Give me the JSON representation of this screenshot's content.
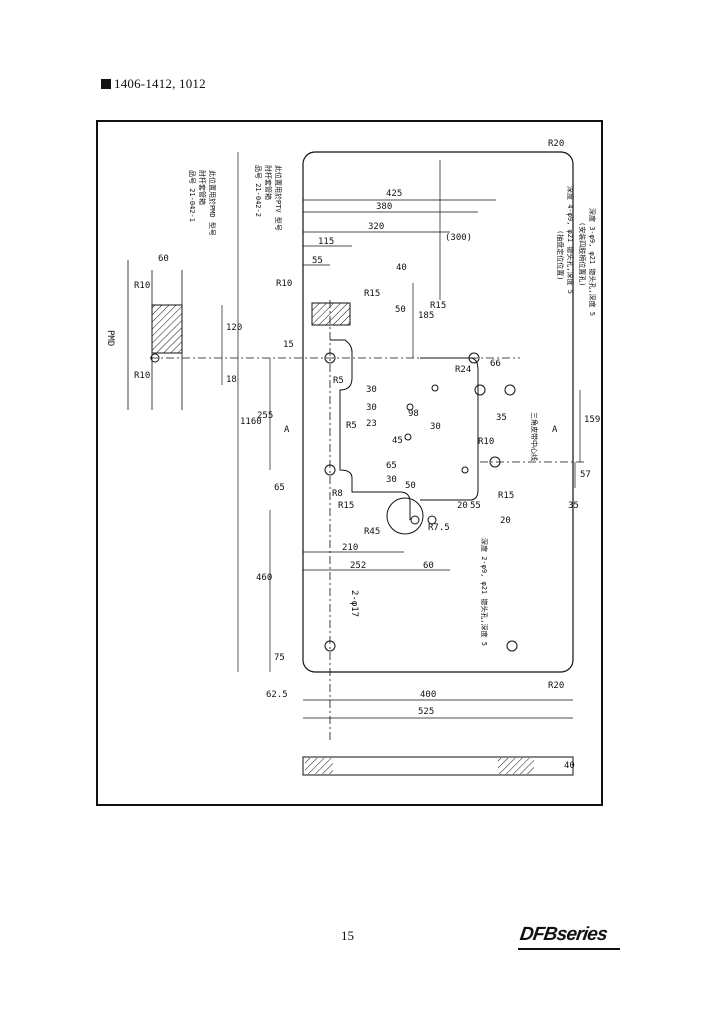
{
  "header": {
    "title": "1406-1412,  1012"
  },
  "footer": {
    "page_number": "15",
    "brand": "DFBseries"
  },
  "drawing": {
    "section_label": "PMD",
    "side_notes": {
      "left_a": [
        "此位置用於PMD 型号",
        "肘杆套管箱 ",
        "品号 21-042-1"
      ],
      "left_b": [
        "此位置用於PTV 型号",
        "肘杆套管箱 ",
        "品号 21-042-2"
      ]
    },
    "right_notes": [
      "深度 3-φ9, φ21 锪头孔,深度 5",
      "(安装四肢柄位置孔)",
      "深度 4-φ9, φ21 锪头孔,深度 5",
      "(抽盘定位位置)",
      "三角皮带中心线",
      "深度 2-φ9, φ21 锪头孔,深度 5"
    ],
    "hole_note": "2-φ17",
    "section_marker": "A",
    "dimensions": {
      "overall_width": "525",
      "bolt_span": "400",
      "edge_offset": "62.5",
      "d425": "425",
      "d380": "380",
      "d320": "320",
      "d115": "115",
      "d55": "55",
      "d60": "60",
      "d300": "(300)",
      "d40": "40",
      "d185": "185",
      "d50": "50",
      "d120": "120",
      "d15": "15",
      "d18": "18",
      "d1160": "1160",
      "d255": "255",
      "d460": "460",
      "d75": "75",
      "d65": "65",
      "d30a": "30",
      "d30b": "30",
      "d23": "23",
      "d98": "98",
      "d30c": "30",
      "d45": "45",
      "d65b": "65",
      "d30d": "30",
      "d50b": "50",
      "d210": "210",
      "d252": "252",
      "d60b": "60",
      "d66": "66",
      "d35": "35",
      "d159": "159",
      "d57": "57",
      "d35b": "35",
      "d20": "20",
      "d55b": "55",
      "d20b": "20",
      "thickness": "40",
      "r20a": "R20",
      "r20b": "R20",
      "r10a": "R10",
      "r10b": "R10",
      "r15a": "R15",
      "r15b": "R15",
      "r15c": "R15",
      "r24": "R24",
      "r5a": "R5",
      "r5b": "R5",
      "r10c": "R10",
      "r45": "R45",
      "r8": "R8",
      "r15d": "R15",
      "r75": "R7.5",
      "r10d": "R10"
    }
  }
}
